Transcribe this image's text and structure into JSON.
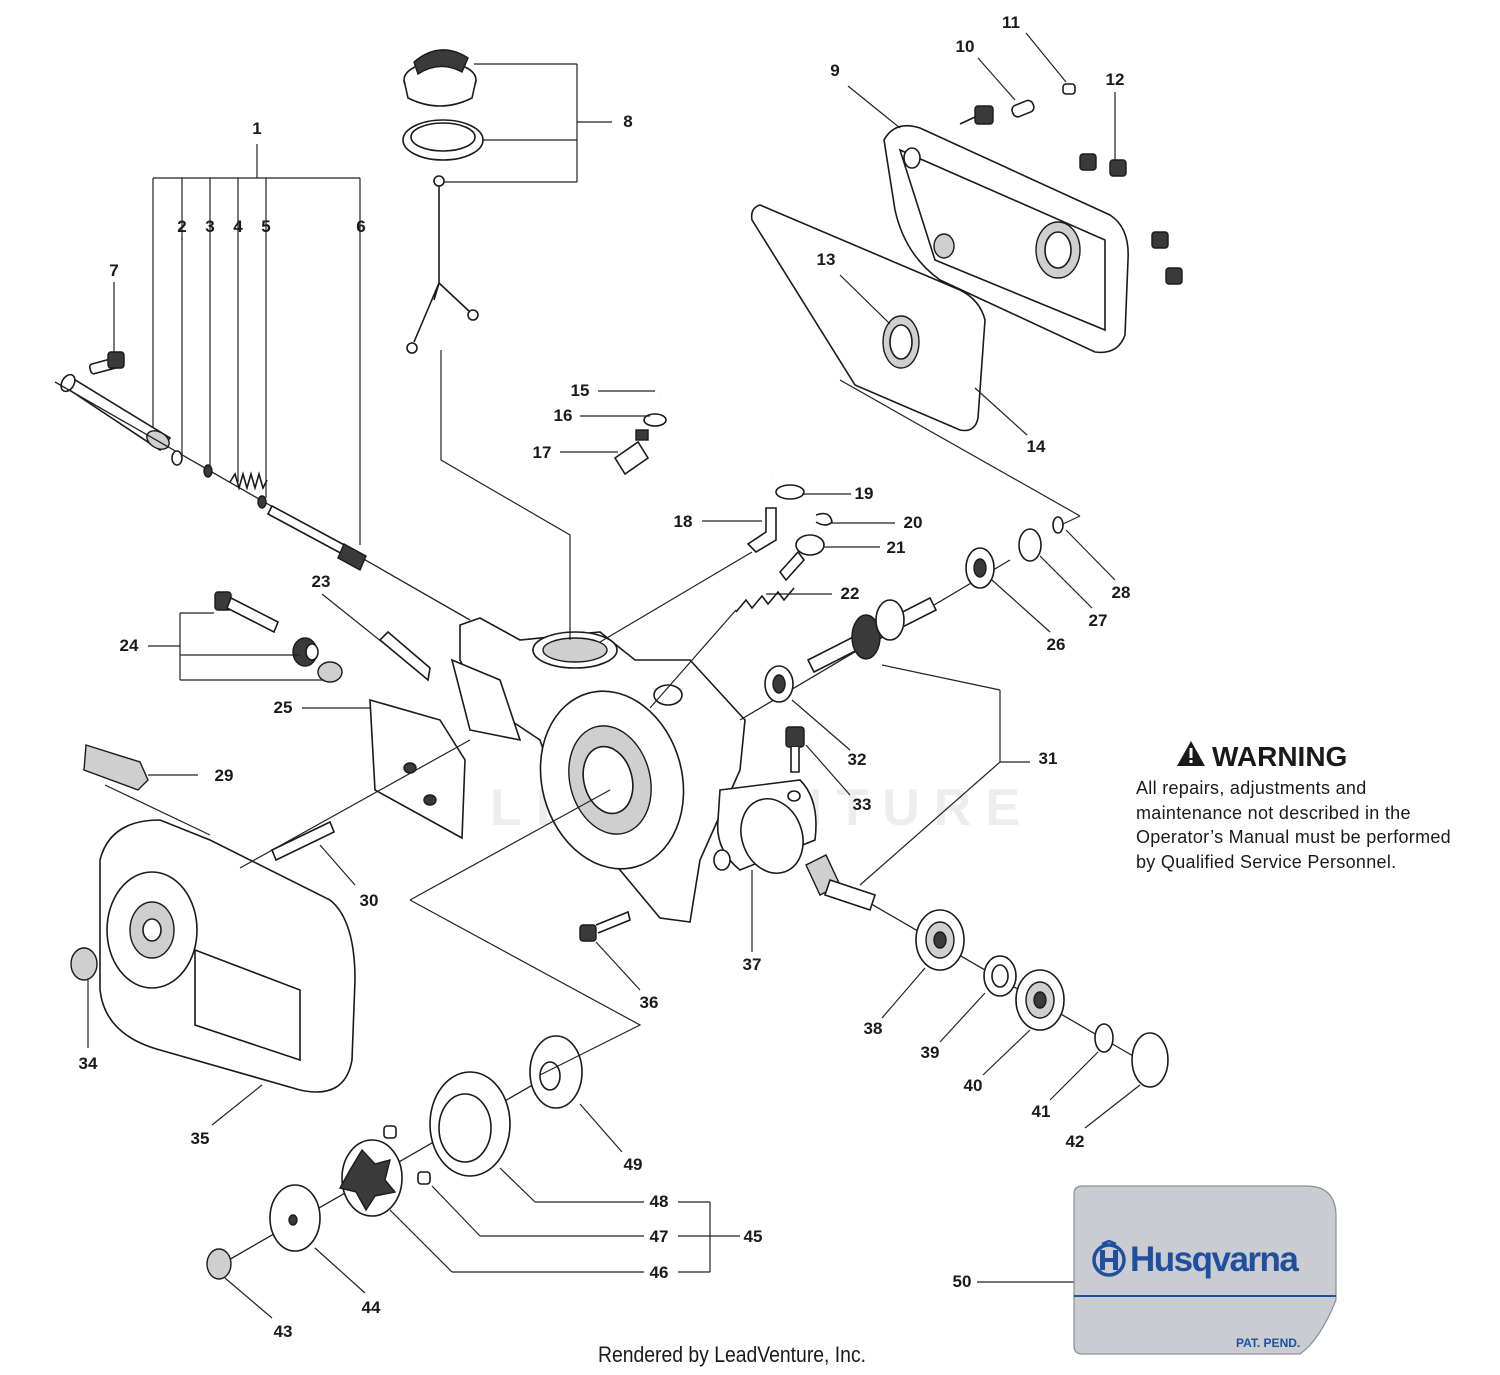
{
  "parts": {
    "p1": "1",
    "p2": "2",
    "p3": "3",
    "p4": "4",
    "p5": "5",
    "p6": "6",
    "p7": "7",
    "p8": "8",
    "p9": "9",
    "p10": "10",
    "p11": "11",
    "p12": "12",
    "p13": "13",
    "p14": "14",
    "p15": "15",
    "p16": "16",
    "p17": "17",
    "p18": "18",
    "p19": "19",
    "p20": "20",
    "p21": "21",
    "p22": "22",
    "p23": "23",
    "p24": "24",
    "p25": "25",
    "p26": "26",
    "p27": "27",
    "p28": "28",
    "p29": "29",
    "p30": "30",
    "p31": "31",
    "p32": "32",
    "p33": "33",
    "p34": "34",
    "p35": "35",
    "p36": "36",
    "p37": "37",
    "p38": "38",
    "p39": "39",
    "p40": "40",
    "p41": "41",
    "p42": "42",
    "p43": "43",
    "p44": "44",
    "p45": "45",
    "p46": "46",
    "p47": "47",
    "p48": "48",
    "p49": "49",
    "p50": "50"
  },
  "warning": {
    "title": "WARNING",
    "body": "All repairs, adjustments and maintenance not described in the Operator’s Manual must be performed by Qualified Service Personnel."
  },
  "decal": {
    "brand": "Husqvarna",
    "patent": "PAT. PEND."
  },
  "watermark": "LEADVENTURE",
  "footer": "Rendered by LeadVenture, Inc.",
  "colors": {
    "brand_blue": "#1f4f9e",
    "decal_grey": "#c9cdd2",
    "ink": "#1a1a1a"
  }
}
